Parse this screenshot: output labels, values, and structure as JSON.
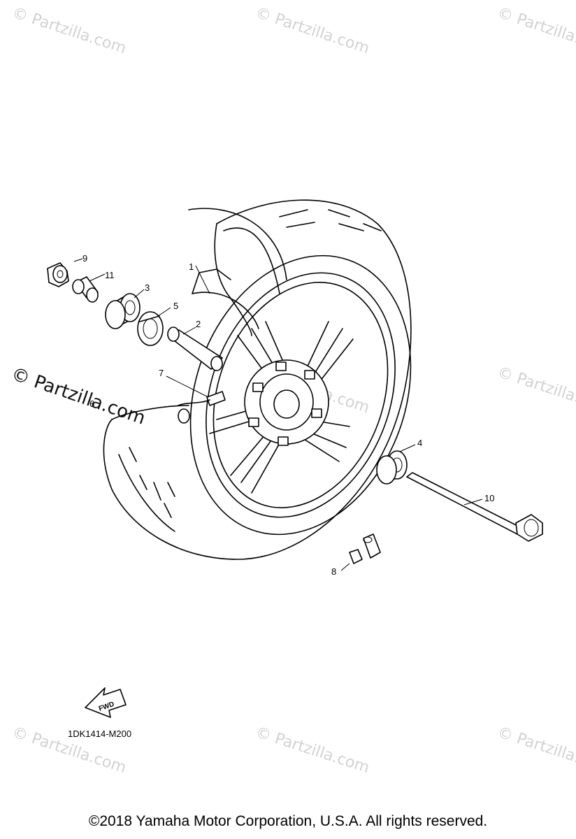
{
  "diagram": {
    "drawing_code": "1DK1414-M200",
    "copyright": "©2018  Yamaha Motor Corporation, U.S.A. All rights reserved.",
    "fwd_arrow_label": "FWD",
    "watermark": "© Partzilla.com",
    "callouts": [
      "1",
      "2",
      "3",
      "4",
      "5",
      "6",
      "7",
      "8",
      "9",
      "10",
      "11"
    ]
  },
  "icons": {
    "fwd_arrow": "fwd-arrow-icon"
  }
}
